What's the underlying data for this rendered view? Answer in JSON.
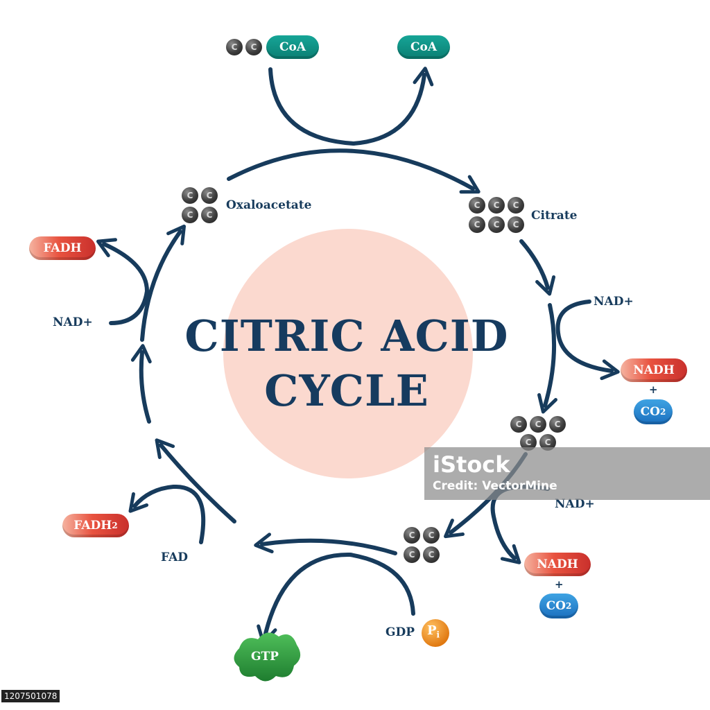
{
  "title": {
    "line1": "CITRIC ACID",
    "line2": "CYCLE"
  },
  "carbon_symbol": "C",
  "molecules": {
    "acetyl": "CoA",
    "coa_out": "CoA",
    "citrate": "Citrate",
    "oxaloacetate": "Oxaloacetate"
  },
  "reactants": {
    "nad_1": "NAD+",
    "nad_2": "NAD+",
    "nad_3": "NAD+",
    "fad": "FAD",
    "gdp": "GDP",
    "pi_base": "P",
    "pi_sub": "i"
  },
  "products": {
    "nadh_1": "NADH",
    "nadh_2": "NADH",
    "co2_1_base": "CO",
    "co2_1_sub": "2",
    "co2_2_base": "CO",
    "co2_2_sub": "2",
    "plus": "+",
    "fadh_top": "FADH",
    "fadh2_base": "FADH",
    "fadh2_sub": "2",
    "gtp": "GTP"
  },
  "watermark": {
    "logo": "iStock",
    "credit": "Credit: VectorMine"
  },
  "stock_id": "1207501078",
  "colors": {
    "arrow": "#173b5c",
    "center_circle": "#fbd9cf",
    "red_pill": "#e04a3a",
    "teal_pill": "#0e8f82",
    "blue_pill": "#2186d0",
    "green_pill": "#2a9d3c",
    "orange_pi": "#f28c1c"
  }
}
